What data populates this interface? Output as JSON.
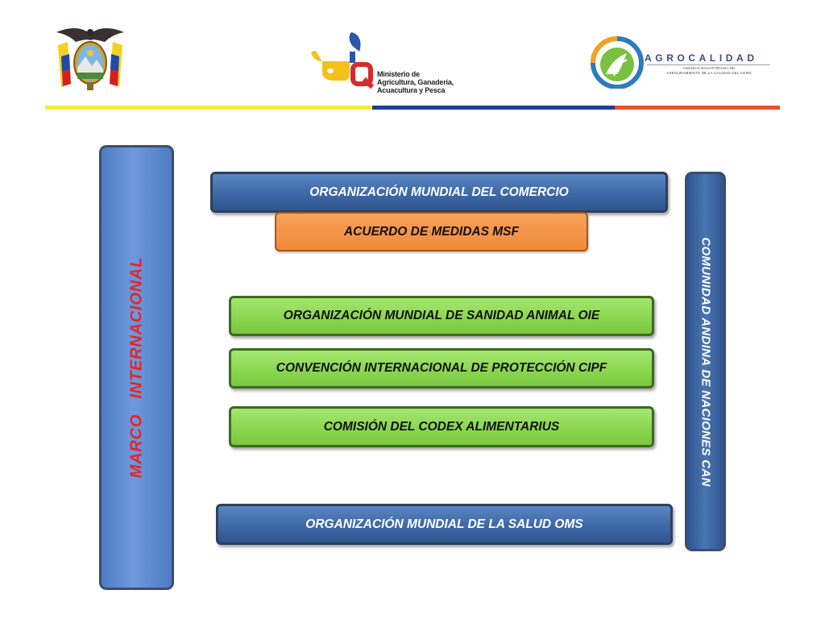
{
  "header": {
    "ministerio_lines": [
      "Ministerio de",
      "Agricultura, Ganadería,",
      "Acuacultura y Pesca"
    ],
    "agrocalidad_name": "AGROCALIDAD",
    "agrocalidad_sub_lines": [
      "AGENCIA ECUATORIANA DE",
      "ASEGURAMIENTO DE LA CALIDAD DEL AGRO"
    ],
    "flag_colors": [
      "#f7ec34",
      "#1e3f9a",
      "#e8512a"
    ]
  },
  "diagram": {
    "left_panel": "MARCO   INTERNACIONAL",
    "right_panel": "COMUNIDAD ANDINA DE NACIONES CAN",
    "boxes": {
      "omc": "ORGANIZACIÓN MUNDIAL DEL COMERCIO",
      "msf": "ACUERDO DE MEDIDAS MSF",
      "oie": "ORGANIZACIÓN MUNDIAL DE SANIDAD ANIMAL OIE",
      "cipf": "CONVENCIÓN INTERNACIONAL DE PROTECCIÓN CIPF",
      "codex": "COMISIÓN DEL CODEX ALIMENTARIUS",
      "oms": "ORGANIZACIÓN MUNDIAL DE LA SALUD OMS"
    },
    "colors": {
      "blue_box": "#3d68a6",
      "orange_box": "#f28a3a",
      "green_box": "#8ad54e",
      "left_panel_text": "#e32626"
    }
  }
}
